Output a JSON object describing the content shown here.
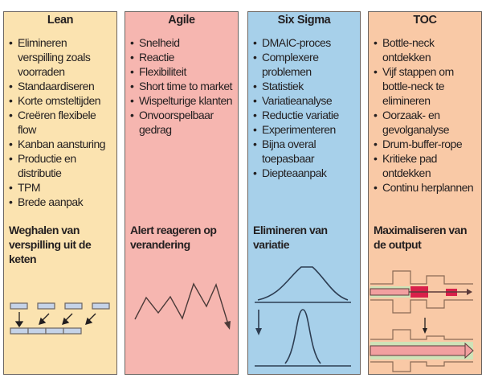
{
  "columns": [
    {
      "title": "Lean",
      "color": "#fbe3b0",
      "items": [
        "Elimineren verspilling zoals voorraden",
        "Standaardiseren",
        "Korte omsteltijden",
        "Creëren flexibele flow",
        "Kanban aansturing",
        "Productie en distributie",
        "TPM",
        "Brede aanpak"
      ],
      "conclusion": "Weghalen van verspilling uit de keten"
    },
    {
      "title": "Agile",
      "color": "#f6b6b0",
      "items": [
        "Snelheid",
        "Reactie",
        "Flexibiliteit",
        "Short time to market",
        "Wispelturige klanten",
        "Onvoorspelbaar gedrag"
      ],
      "conclusion": "Alert reageren op verandering"
    },
    {
      "title": "Six Sigma",
      "color": "#a7d0ea",
      "items": [
        "DMAIC-proces",
        "Complexere problemen",
        "Statistiek",
        "Variatieanalyse",
        "Reductie variatie",
        "Experimenteren",
        "Bijna overal toepasbaar",
        "Diepteaanpak"
      ],
      "conclusion": "Elimineren van variatie"
    },
    {
      "title": "TOC",
      "color": "#f9c9a6",
      "items": [
        "Bottle-neck ontdekken",
        "Vijf stappen om bottle-neck te elimineren",
        "Oorzaak- en gevolganalyse",
        "Drum-buffer-rope",
        "Kritieke pad ontdekken",
        "Continu herplannen"
      ],
      "conclusion": "Maximaliseren van de output"
    }
  ]
}
